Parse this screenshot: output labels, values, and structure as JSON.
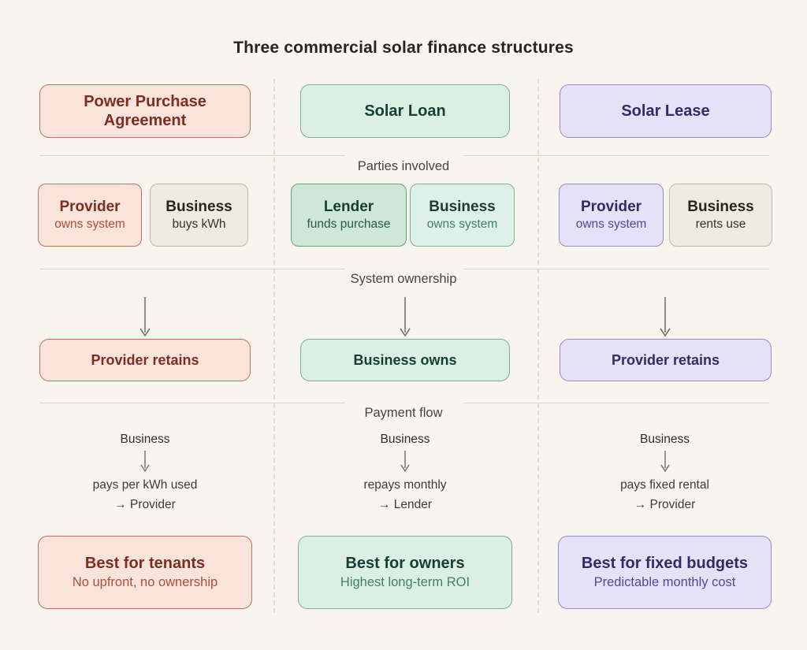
{
  "title": "Three commercial solar finance structures",
  "section_labels": {
    "parties": "Parties involved",
    "ownership": "System ownership",
    "payment": "Payment flow"
  },
  "columns": [
    {
      "name": "Power Purchase Agreement",
      "parties": [
        {
          "party": "Provider",
          "role": "owns system"
        },
        {
          "party": "Business",
          "role": "buys kWh"
        }
      ],
      "ownership": "Provider retains",
      "payment": {
        "payer": "Business",
        "action": "pays per kWh used",
        "recipient": "→ Provider"
      },
      "best_for": {
        "heading": "Best for tenants",
        "detail": "No upfront, no ownership"
      },
      "accent_colors": {
        "fill": "#f9e3da",
        "border": "#bc7260",
        "heading": "#7c2e23",
        "sub": "#ad4f38"
      }
    },
    {
      "name": "Solar Loan",
      "parties": [
        {
          "party": "Lender",
          "role": "funds purchase"
        },
        {
          "party": "Business",
          "role": "owns system"
        }
      ],
      "ownership": "Business owns",
      "payment": {
        "payer": "Business",
        "action": "repays monthly",
        "recipient": "→ Lender"
      },
      "best_for": {
        "heading": "Best for owners",
        "detail": "Highest long-term ROI"
      },
      "accent_colors": {
        "fill": "#dcefe3",
        "border": "#7fae90",
        "heading": "#153f35",
        "sub": "#3f8364"
      }
    },
    {
      "name": "Solar Lease",
      "parties": [
        {
          "party": "Provider",
          "role": "owns system"
        },
        {
          "party": "Business",
          "role": "rents use"
        }
      ],
      "ownership": "Provider retains",
      "payment": {
        "payer": "Business",
        "action": "pays fixed rental",
        "recipient": "→ Provider"
      },
      "best_for": {
        "heading": "Best for fixed budgets",
        "detail": "Predictable monthly cost"
      },
      "accent_colors": {
        "fill": "#e5e1f6",
        "border": "#988cc7",
        "heading": "#322b66",
        "sub": "#55489c"
      }
    }
  ],
  "neutral_colors": {
    "fill": "#edebe2",
    "border": "#bab7ac",
    "text": "#26261f"
  },
  "background_color": "#f7f5ee",
  "divider_color": "#d9d7cc"
}
